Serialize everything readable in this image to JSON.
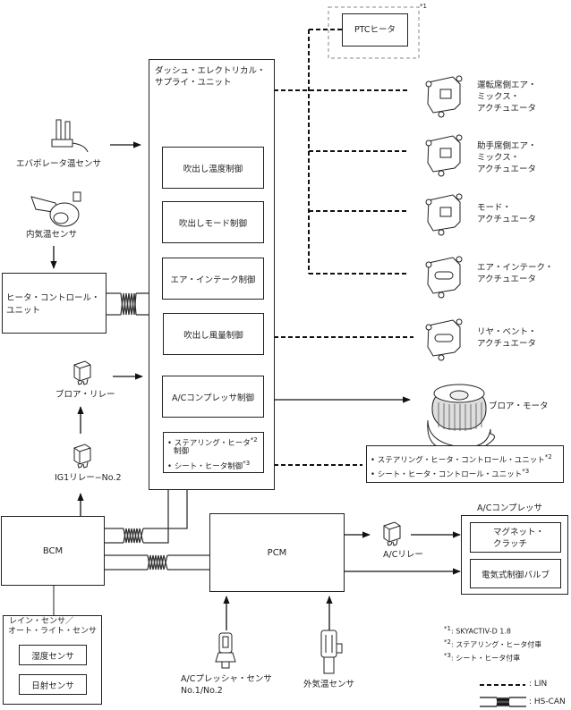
{
  "ptc_heater": {
    "label": "PTCヒータ",
    "note": "*1"
  },
  "desu": {
    "title_line1": "ダッシュ・エレクトリカル・",
    "title_line2": "サプライ・ユニット"
  },
  "controls": [
    {
      "label": "吹出し温度制御"
    },
    {
      "label": "吹出しモード制御"
    },
    {
      "label": "エア・インテーク制御"
    },
    {
      "label": "吹出し風量制御"
    },
    {
      "label": "A/Cコンプレッサ制御"
    }
  ],
  "heater_controls": {
    "item1_line1": "• ステアリング・ヒータ",
    "item1_note": "*2",
    "item1_line2": "制御",
    "item2": "• シート・ヒータ制御",
    "item2_note": "*3"
  },
  "actuators": [
    {
      "line1": "運転席側エア・",
      "line2": "ミックス・",
      "line3": "アクチュエータ"
    },
    {
      "line1": "助手席側エア・",
      "line2": "ミックス・",
      "line3": "アクチュエータ"
    },
    {
      "line1": "モード・",
      "line2": "アクチュエータ",
      "line3": ""
    },
    {
      "line1": "エア・インテーク・",
      "line2": "アクチュエータ",
      "line3": ""
    },
    {
      "line1": "リヤ・ベント・",
      "line2": "アクチュエータ",
      "line3": ""
    }
  ],
  "blower_motor": {
    "label": "ブロア・モータ"
  },
  "heater_units": {
    "item1": "• ステアリング・ヒータ・コントロール・ユニット",
    "item1_note": "*2",
    "item2": "• シート・ヒータ・コントロール・ユニット",
    "item2_note": "*3"
  },
  "evaporator_sensor": {
    "label": "エバポレータ温センサ"
  },
  "cabin_temp_sensor": {
    "label": "内気温センサ"
  },
  "heater_control_unit": {
    "line1": "ヒータ・コントロール・",
    "line2": "ユニット"
  },
  "blower_relay": {
    "label": "ブロア・リレー"
  },
  "ig1_relay": {
    "label": "IG1リレー−No.2"
  },
  "bcm": {
    "label": "BCM"
  },
  "pcm": {
    "label": "PCM"
  },
  "rain_sensor": {
    "line1": "レイン・センサ／",
    "line2": "オート・ライト・センサ",
    "humidity": "湿度センサ",
    "solar": "日射センサ"
  },
  "ac_pressure_sensor": {
    "line1": "A/Cプレッシャ・センサ",
    "line2": "No.1/No.2"
  },
  "ambient_sensor": {
    "label": "外気温センサ"
  },
  "ac_relay": {
    "label": "A/Cリレー"
  },
  "ac_compressor": {
    "title": "A/Cコンプレッサ",
    "clutch_line1": "マグネット・",
    "clutch_line2": "クラッチ",
    "valve": "電気式制御バルブ"
  },
  "notes": [
    {
      "mark": "*1",
      "text": ": SKYACTIV-D 1.8"
    },
    {
      "mark": "*2",
      "text": ": ステアリング・ヒータ付車"
    },
    {
      "mark": "*3",
      "text": ": シート・ヒータ付車"
    }
  ],
  "legend": {
    "lin": ": LIN",
    "can": ": HS-CAN"
  }
}
